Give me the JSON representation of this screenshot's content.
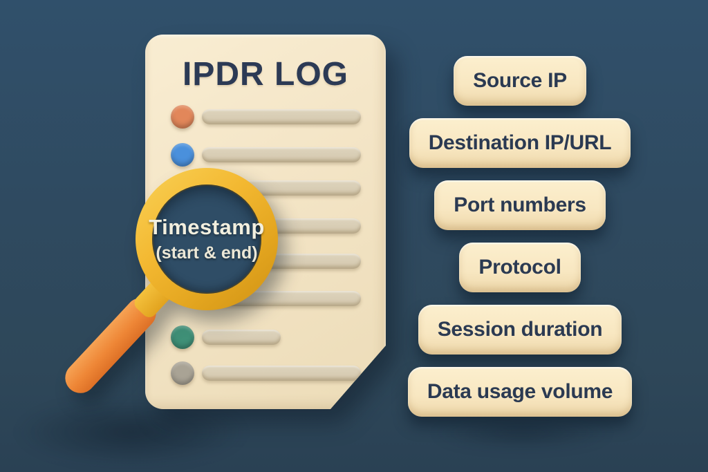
{
  "scene": {
    "type": "infographic",
    "background_color": "#2f4a60"
  },
  "document": {
    "title": "IPDR LOG",
    "title_color": "#2c3a55",
    "paper_color": "#f3e4c5",
    "line_color": "#d5cab1",
    "rows": [
      {
        "bullet_color": "#e2875a",
        "line": "long"
      },
      {
        "bullet_color": "#4a90dc",
        "line": "long"
      },
      {
        "bullet_color": null,
        "line": "long"
      },
      {
        "bullet_color": null,
        "line": "long"
      },
      {
        "bullet_color": null,
        "line": "long"
      },
      {
        "bullet_color": null,
        "line": "long"
      },
      {
        "bullet_color": "#3f9077",
        "line": "short"
      },
      {
        "bullet_color": "#a9a395",
        "line": "long"
      }
    ]
  },
  "magnifier": {
    "lens_label_line1": "Timestamp",
    "lens_label_line2": "(start & end)",
    "ring_color": "#f3b831",
    "handle_color": "#ee8636",
    "lens_color": "#2f4d66",
    "lens_text_color": "#f2efdf"
  },
  "fields": [
    {
      "label": "Source IP"
    },
    {
      "label": "Destination IP/URL"
    },
    {
      "label": "Port numbers"
    },
    {
      "label": "Protocol"
    },
    {
      "label": "Session duration"
    },
    {
      "label": "Data usage volume"
    }
  ],
  "colors": {
    "chip_fill": "#f8e7c1",
    "chip_text": "#2b3a52",
    "bullet_orange": "#e2875a",
    "bullet_blue": "#4a90dc",
    "bullet_green": "#3f9077",
    "bullet_gray": "#a9a395"
  }
}
